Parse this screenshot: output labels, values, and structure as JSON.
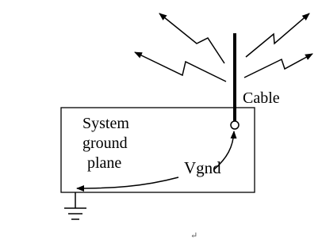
{
  "labels": {
    "cable": "Cable",
    "system_line1": "System",
    "system_line2": "ground",
    "system_line3": "plane",
    "vgnd": "Vgnd",
    "paragraph_mark": "↵"
  },
  "colors": {
    "stroke": "#000000",
    "background": "#ffffff"
  }
}
